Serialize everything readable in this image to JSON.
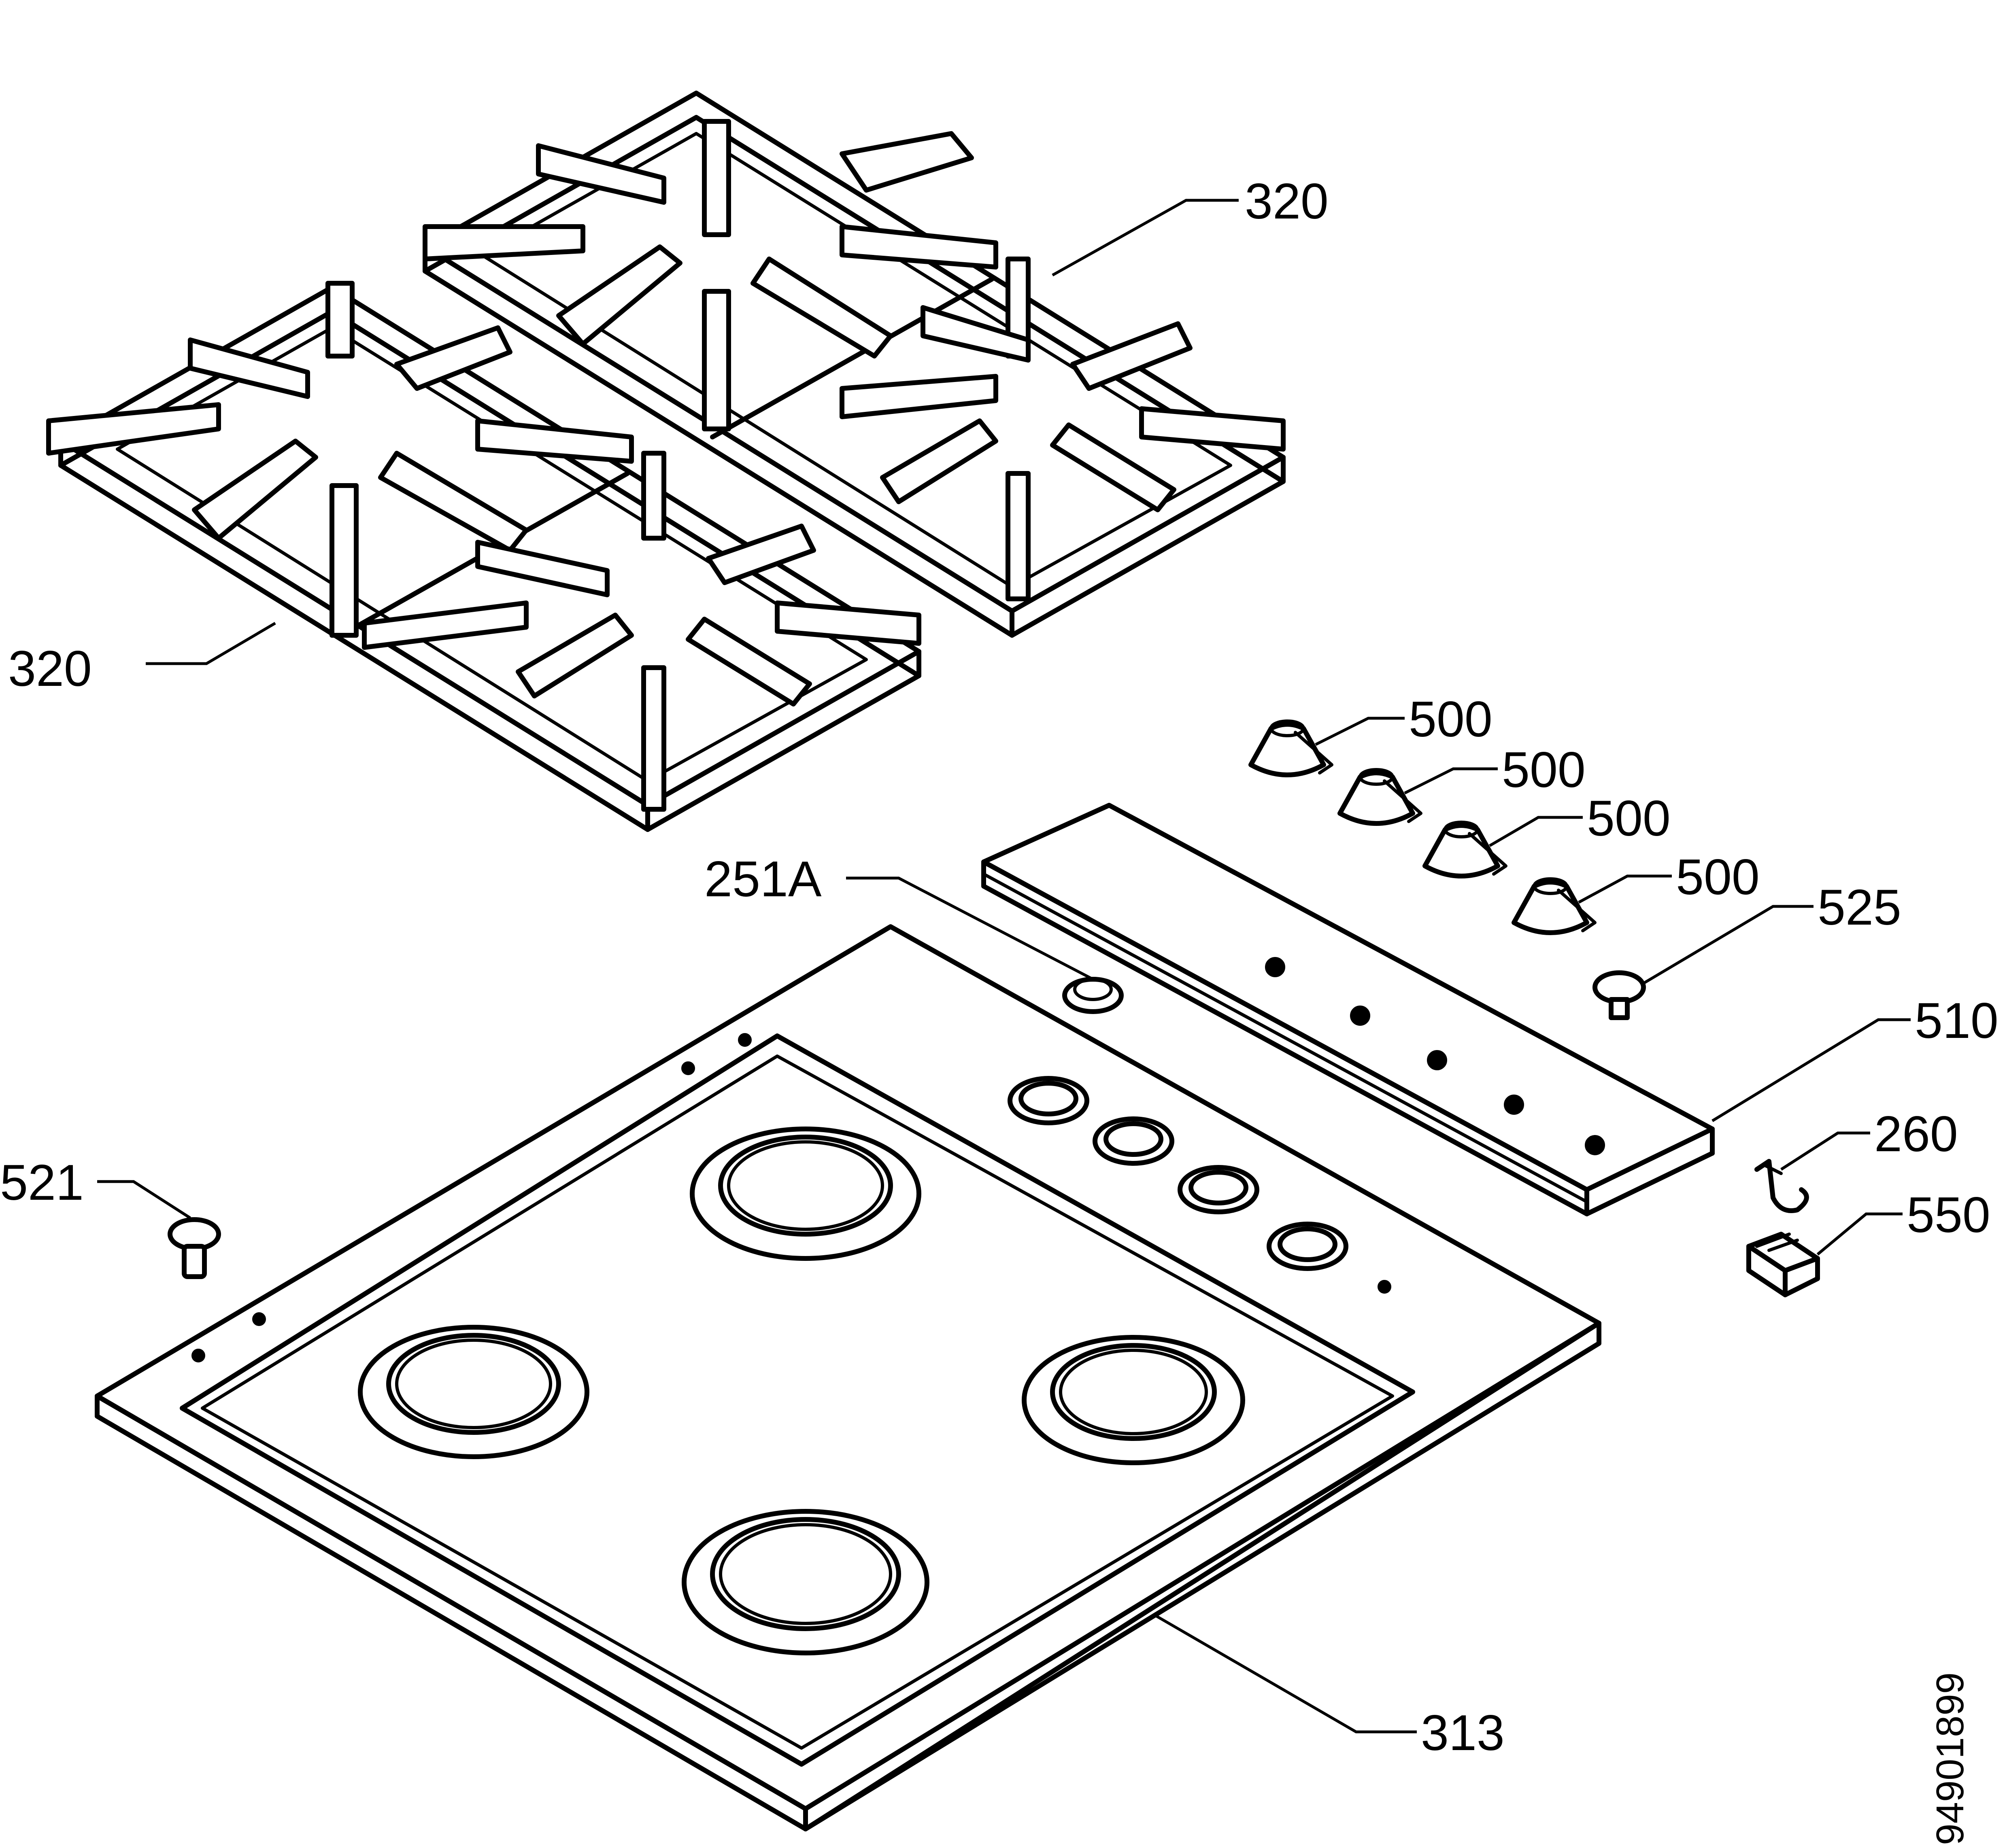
{
  "labels": {
    "grate_rear": "320",
    "grate_front": "320",
    "knob_1": "500",
    "knob_2": "500",
    "knob_3": "500",
    "knob_4": "500",
    "button": "525",
    "control_panel": "510",
    "part_260": "260",
    "part_550": "550",
    "part_251a": "251A",
    "foot": "521",
    "hob_top": "313",
    "drawing_number": "94901899"
  },
  "colors": {
    "ink": "#000000",
    "paper": "#ffffff"
  }
}
